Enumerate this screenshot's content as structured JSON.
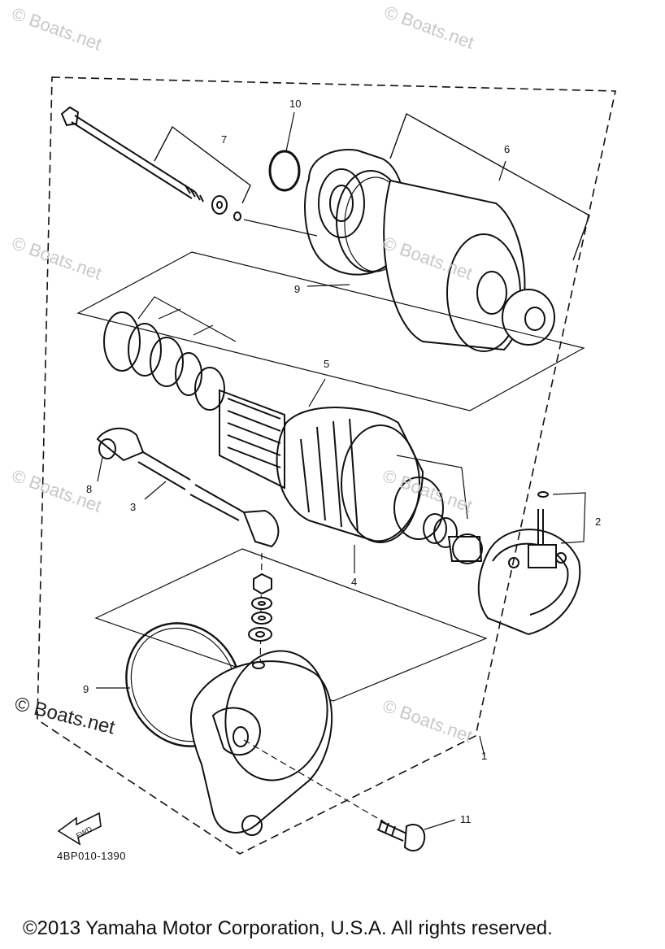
{
  "callouts": {
    "c1": "1",
    "c2": "2",
    "c3": "3",
    "c4": "4",
    "c5": "5",
    "c6": "6",
    "c7": "7",
    "c8": "8",
    "c9a": "9",
    "c9b": "9",
    "c10": "10",
    "c11": "11"
  },
  "fwd_label": "FWD",
  "diagram_code": "4BP010-1390",
  "watermark": {
    "text": "© Boats.net",
    "strong_text": "© Boats.net"
  },
  "copyright": "©2013 Yamaha Motor Corporation, U.S.A. All rights reserved."
}
